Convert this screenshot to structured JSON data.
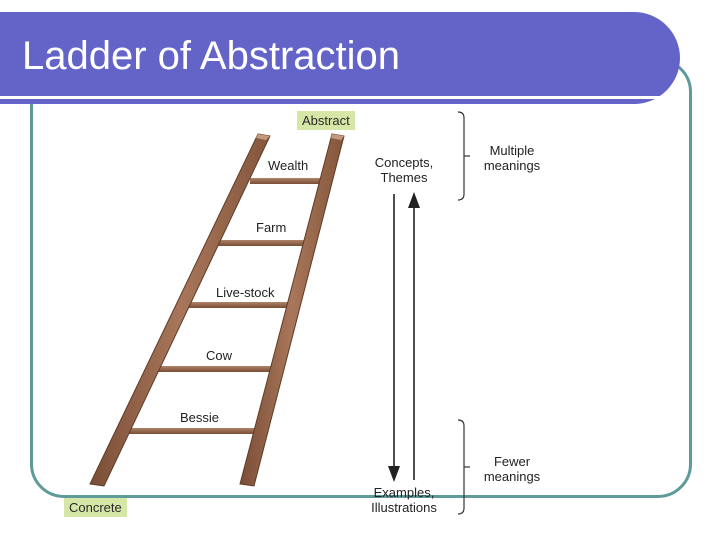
{
  "slide": {
    "title": "Ladder of Abstraction"
  },
  "diagram": {
    "top_label": "Abstract",
    "bottom_label": "Concrete",
    "rungs": [
      "Wealth",
      "Farm",
      "Live-stock",
      "Cow",
      "Bessie"
    ],
    "arrow_top_text": [
      "Concepts,",
      "Themes"
    ],
    "arrow_bottom_text": [
      "Examples,",
      "Illustrations"
    ],
    "bracket_top_text": [
      "Multiple",
      "meanings"
    ],
    "bracket_bottom_text": [
      "Fewer",
      "meanings"
    ]
  },
  "colors": {
    "title_bar": "#6464c8",
    "frame_border": "#5f9a9b",
    "ladder_wood": "#9c6b4e",
    "tag_background": "#d6e6a6"
  },
  "icons": [
    "ladder-icon",
    "up-arrow-icon",
    "down-arrow-icon",
    "bracket-icon"
  ]
}
